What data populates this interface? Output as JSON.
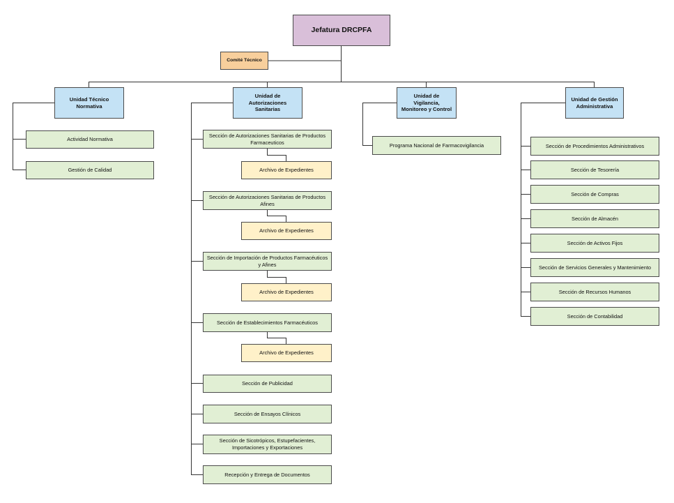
{
  "colors": {
    "line": "#333333",
    "top_fill": "#d9bfd9",
    "committee_fill": "#f8cf9c",
    "unit_fill": "#c4e2f5",
    "section_fill": "#e1efd4",
    "archive_fill": "#fff1c9"
  },
  "org": {
    "head": "Jefatura DRCPFA",
    "committee": "Comité Técnico",
    "units": [
      {
        "name": "Unidad Técnico Normativa",
        "sections": [
          "Actividad Normativa",
          "Gestión de Calidad"
        ]
      },
      {
        "name": "Unidad de Autorizaciones Sanitarias",
        "sections": [
          "Sección de Autorizaciones Sanitarias de Productos Farmaceuticos",
          "Sección de Autorizaciones Sanitarias de Productos Afines",
          "Sección de Importación de Productos Farmacéuticos y Afines",
          "Sección de Establecimientos Farmacéuticos",
          "Sección de Publicidad",
          "Sección de Ensayos Clínicos",
          "Sección de Sicotrópicos, Estupefacientes, Importaciones y Exportaciones",
          "Recepción y Entrega de Documentos"
        ],
        "archive_label": "Archivo de Expedientes"
      },
      {
        "name": "Unidad de Vigilancia, Monitoreo y Control",
        "sections": [
          "Programa Nacional de Farmacovigilancia"
        ]
      },
      {
        "name": "Unidad de Gestión Administrativa",
        "sections": [
          "Sección de Procedimientos Administrativos",
          "Sección  de Tesorería",
          "Sección de Compras",
          "Sección de Almacén",
          "Sección de Activos Fijos",
          "Sección de Servicios Generales y Mantenimiento",
          "Sección de Recursos Humanos",
          "Sección  de Contabilidad"
        ]
      }
    ]
  }
}
